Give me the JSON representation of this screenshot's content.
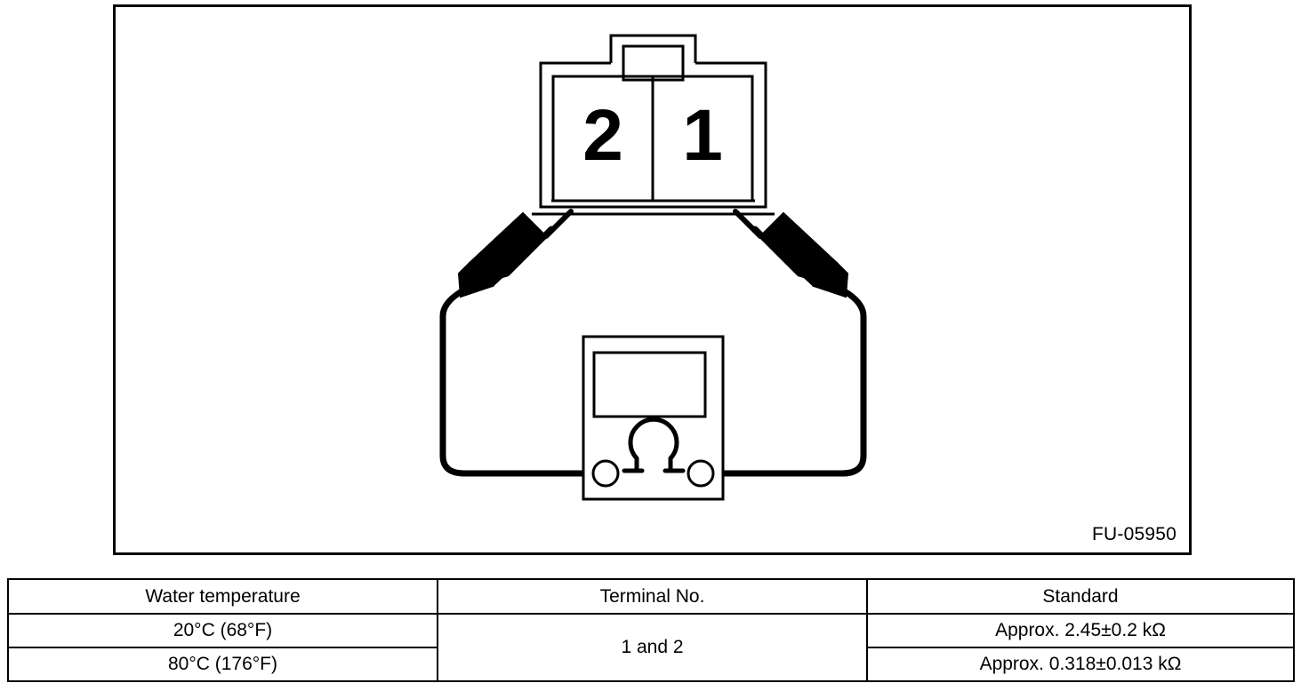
{
  "figure": {
    "code": "FU-05950",
    "connector": {
      "name": "2-pin connector",
      "terminal_left_label": "2",
      "terminal_right_label": "1"
    },
    "meter": {
      "name": "ohmmeter",
      "mode_symbol": "Ω"
    },
    "probes": [
      {
        "name": "probe-left",
        "connects_to_terminal": "2"
      },
      {
        "name": "probe-right",
        "connects_to_terminal": "1"
      }
    ]
  },
  "table": {
    "headers": {
      "temperature": "Water temperature",
      "terminal": "Terminal No.",
      "standard": "Standard"
    },
    "terminal_value": "1 and 2",
    "rows": [
      {
        "temperature": "20°C (68°F)",
        "standard": "Approx. 2.45±0.2 kΩ"
      },
      {
        "temperature": "80°C (176°F)",
        "standard": "Approx. 0.318±0.013 kΩ"
      }
    ]
  },
  "colors": {
    "line": "#000000",
    "background": "#ffffff"
  }
}
